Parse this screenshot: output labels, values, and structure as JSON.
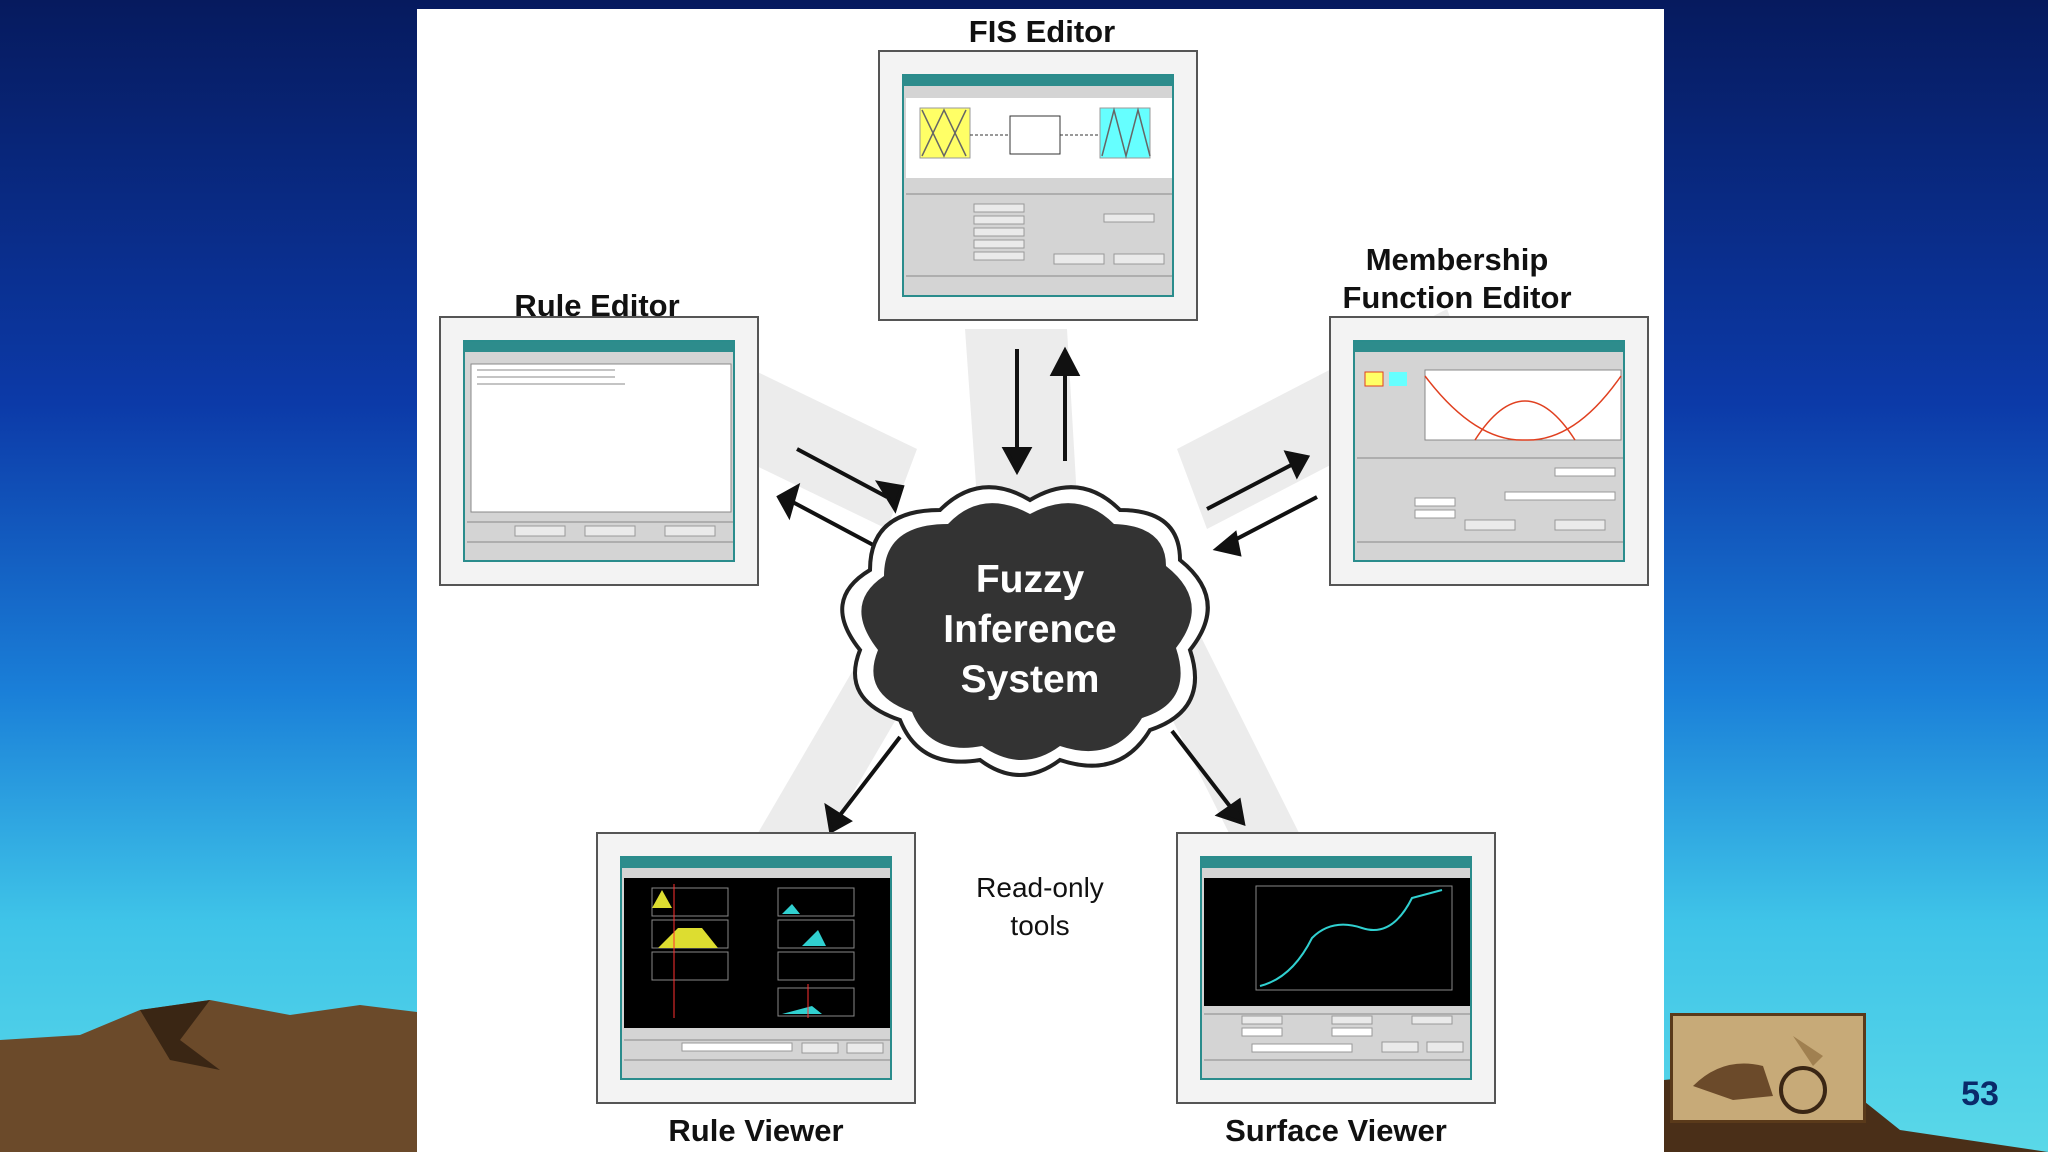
{
  "labels": {
    "fis_editor": "FIS Editor",
    "mf_editor_line1": "Membership",
    "mf_editor_line2": "Function Editor",
    "rule_editor": "Rule Editor",
    "rule_viewer": "Rule Viewer",
    "surface_viewer": "Surface Viewer",
    "read_only_line1": "Read-only",
    "read_only_line2": "tools"
  },
  "center": {
    "line1": "Fuzzy",
    "line2": "Inference",
    "line3": "System"
  },
  "slide_number": "53",
  "colors": {
    "panel": "#ffffff",
    "cloud": "#333333",
    "teal_window": "#2d8c8c",
    "yellow_mf": "#ffff66",
    "cyan_mf": "#66ffff"
  }
}
